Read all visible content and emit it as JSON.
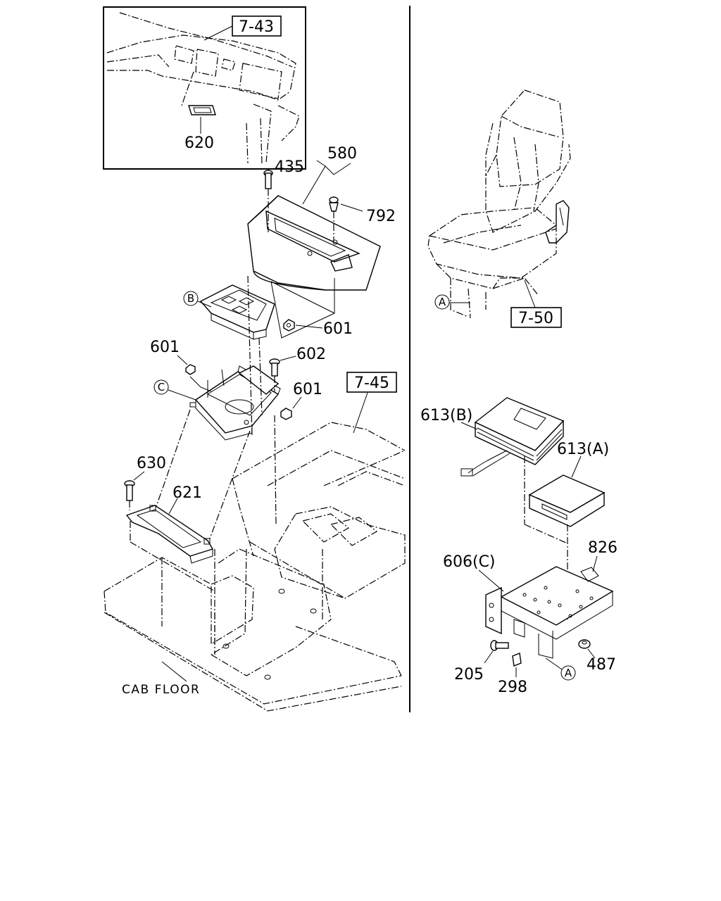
{
  "labels": {
    "ref_7_43": "7-43",
    "p620": "620",
    "p580": "580",
    "p435": "435",
    "p792": "792",
    "circle_b": "B",
    "p601_a": "601",
    "p601_b": "601",
    "p602": "602",
    "circle_c": "C",
    "p601_c": "601",
    "ref_7_45": "7-45",
    "p630": "630",
    "p621": "621",
    "cab_floor": "CAB FLOOR",
    "circle_a_seat": "A",
    "ref_7_50": "7-50",
    "p613b": "613(B)",
    "p613a": "613(A)",
    "p826": "826",
    "p606c": "606(C)",
    "p205": "205",
    "p298": "298",
    "circle_a_bracket": "A",
    "p487": "487"
  }
}
